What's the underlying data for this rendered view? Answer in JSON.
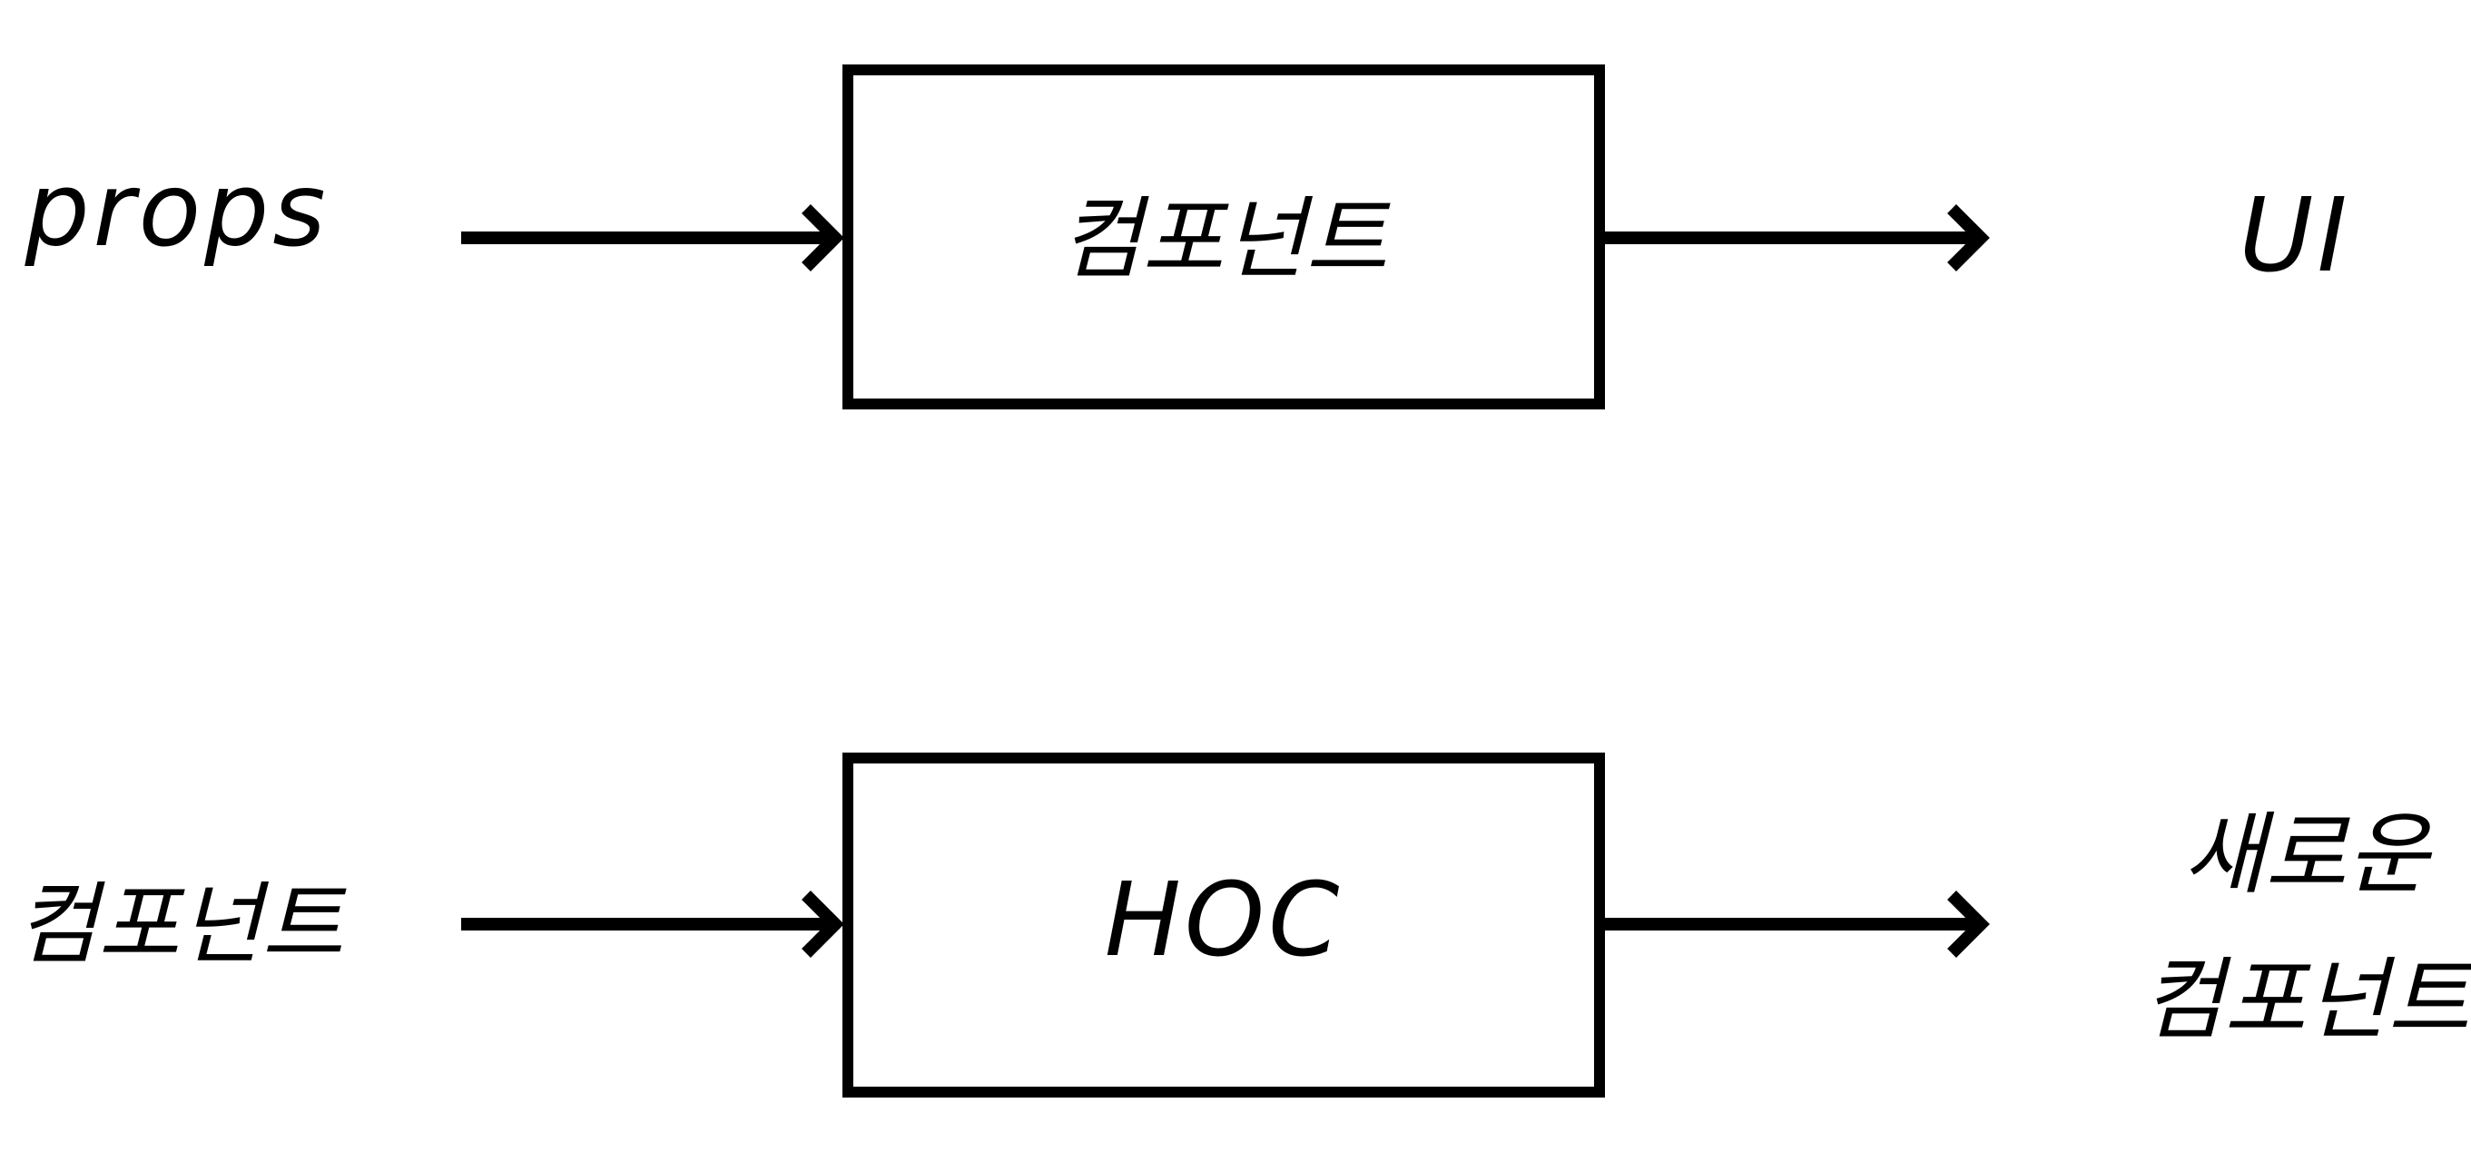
{
  "row_1": {
    "input_label": "props",
    "box_label": "컴포넌트",
    "output_label": "UI"
  },
  "row_2": {
    "input_label": "컴포넌트",
    "box_label": "HOC",
    "output_label_line1": "새로운",
    "output_label_line2": "컴포넌트"
  },
  "colors": {
    "stroke": "#000000",
    "background": "#ffffff"
  }
}
